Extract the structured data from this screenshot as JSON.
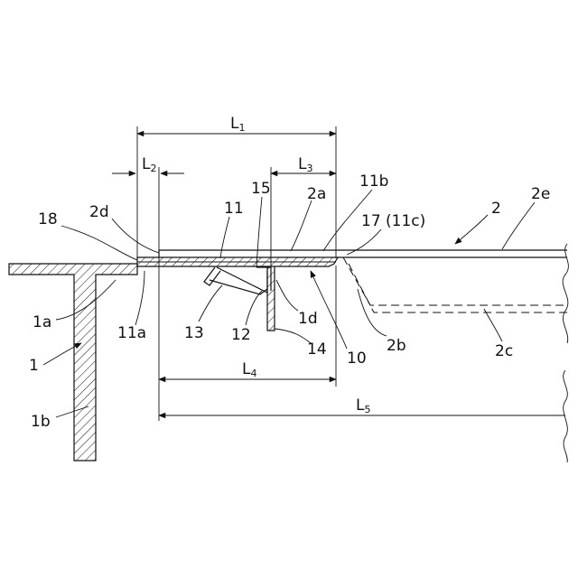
{
  "labels": {
    "l18": "18",
    "l2d": "2d",
    "l11": "11",
    "l15": "15",
    "l2a": "2a",
    "l11b": "11b",
    "l17": "17 (11c)",
    "l2": "2",
    "l2e": "2e",
    "l1a": "1a",
    "l11a": "11a",
    "l13": "13",
    "l12": "12",
    "l1d": "1d",
    "l14": "14",
    "l10": "10",
    "l2b": "2b",
    "l2c": "2c",
    "l1": "1",
    "l1b": "1b"
  },
  "dimensions": {
    "L1": {
      "base": "L",
      "sub": "1"
    },
    "L2": {
      "base": "L",
      "sub": "2"
    },
    "L3": {
      "base": "L",
      "sub": "3"
    },
    "L4": {
      "base": "L",
      "sub": "4"
    },
    "L5": {
      "base": "L",
      "sub": "5"
    }
  }
}
